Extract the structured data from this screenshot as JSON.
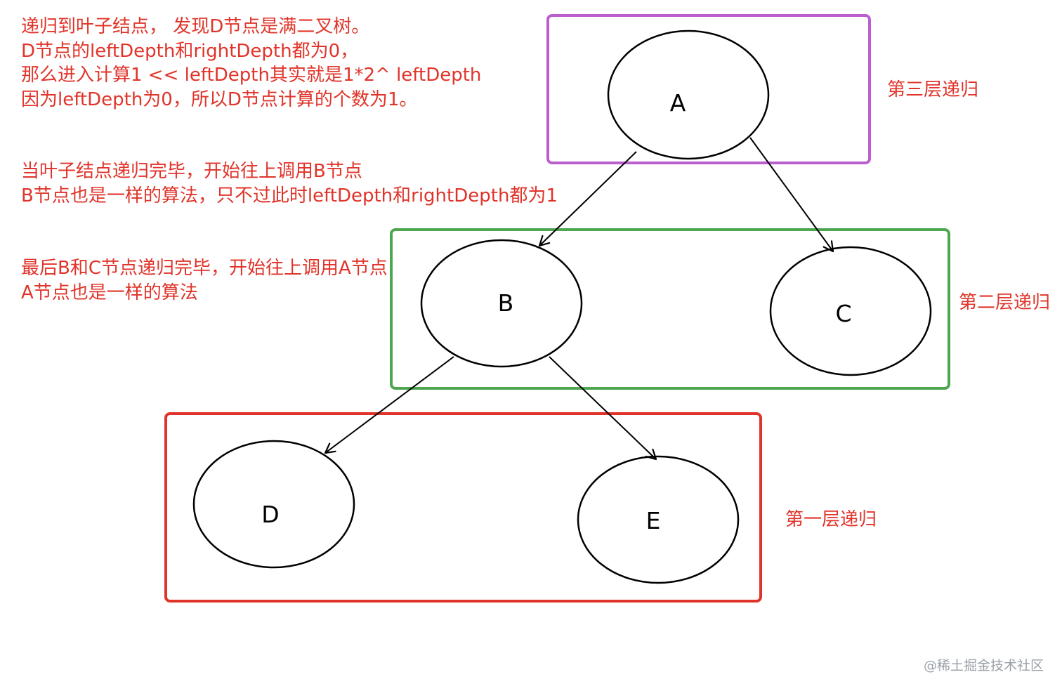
{
  "annotations": {
    "note1": [
      "递归到叶子结点， 发现D节点是满二叉树。",
      "D节点的leftDepth和rightDepth都为0，",
      "那么进入计算1 << leftDepth其实就是1*2^ leftDepth",
      "因为leftDepth为0，所以D节点计算的个数为1。"
    ],
    "note2": [
      "当叶子结点递归完毕，开始往上调用B节点",
      "B节点也是一样的算法，只不过此时leftDepth和rightDepth都为1"
    ],
    "note3": [
      "最后B和C节点递归完毕，开始往上调用A节点",
      "A节点也是一样的算法"
    ]
  },
  "levels": {
    "third": "第三层递归",
    "second": "第二层递归",
    "first": "第一层递归"
  },
  "nodes": {
    "a": "A",
    "b": "B",
    "c": "C",
    "d": "D",
    "e": "E"
  },
  "edges": [
    {
      "from": "A",
      "to": "B"
    },
    {
      "from": "A",
      "to": "C"
    },
    {
      "from": "B",
      "to": "D"
    },
    {
      "from": "B",
      "to": "E"
    }
  ],
  "colors": {
    "annotation_text": "#e0342a",
    "level_three_box": "#bb5fcf",
    "level_two_box": "#4fa650",
    "level_one_box": "#e0342a",
    "node_stroke": "#000000",
    "watermark": "#9aa0a8"
  },
  "watermark": "@稀土掘金技术社区"
}
